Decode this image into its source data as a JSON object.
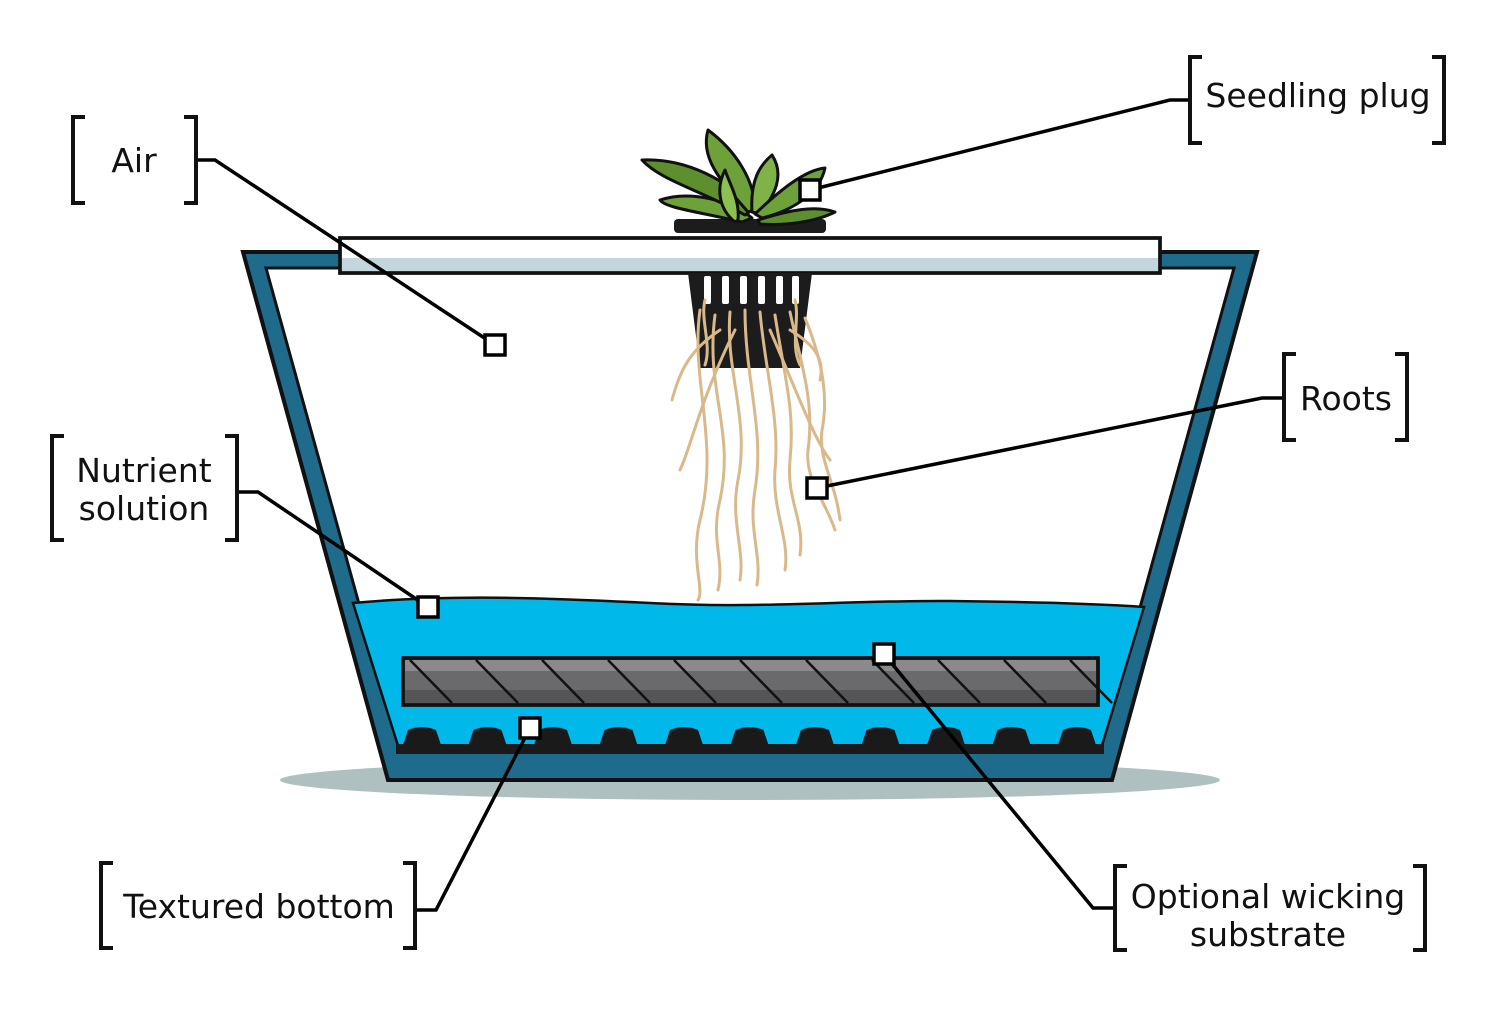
{
  "labels": {
    "air": "Air",
    "seedling_plug": "Seedling plug",
    "roots": "Roots",
    "nutrient_solution_line1": "Nutrient",
    "nutrient_solution_line2": "solution",
    "textured_bottom": "Textured bottom",
    "wicking_line1": "Optional wicking",
    "wicking_line2": "substrate"
  },
  "colors": {
    "container": "#1e6b8c",
    "outline": "#111111",
    "water": "#00b8ea",
    "lid": "#ffffff",
    "lid_shade": "#c3d6dd",
    "substrate": "#6a6a6c",
    "root": "#d9b98a",
    "leaf": "#6fa13a",
    "shadow": "#aec1c0",
    "pot": "#1c1c1c"
  }
}
